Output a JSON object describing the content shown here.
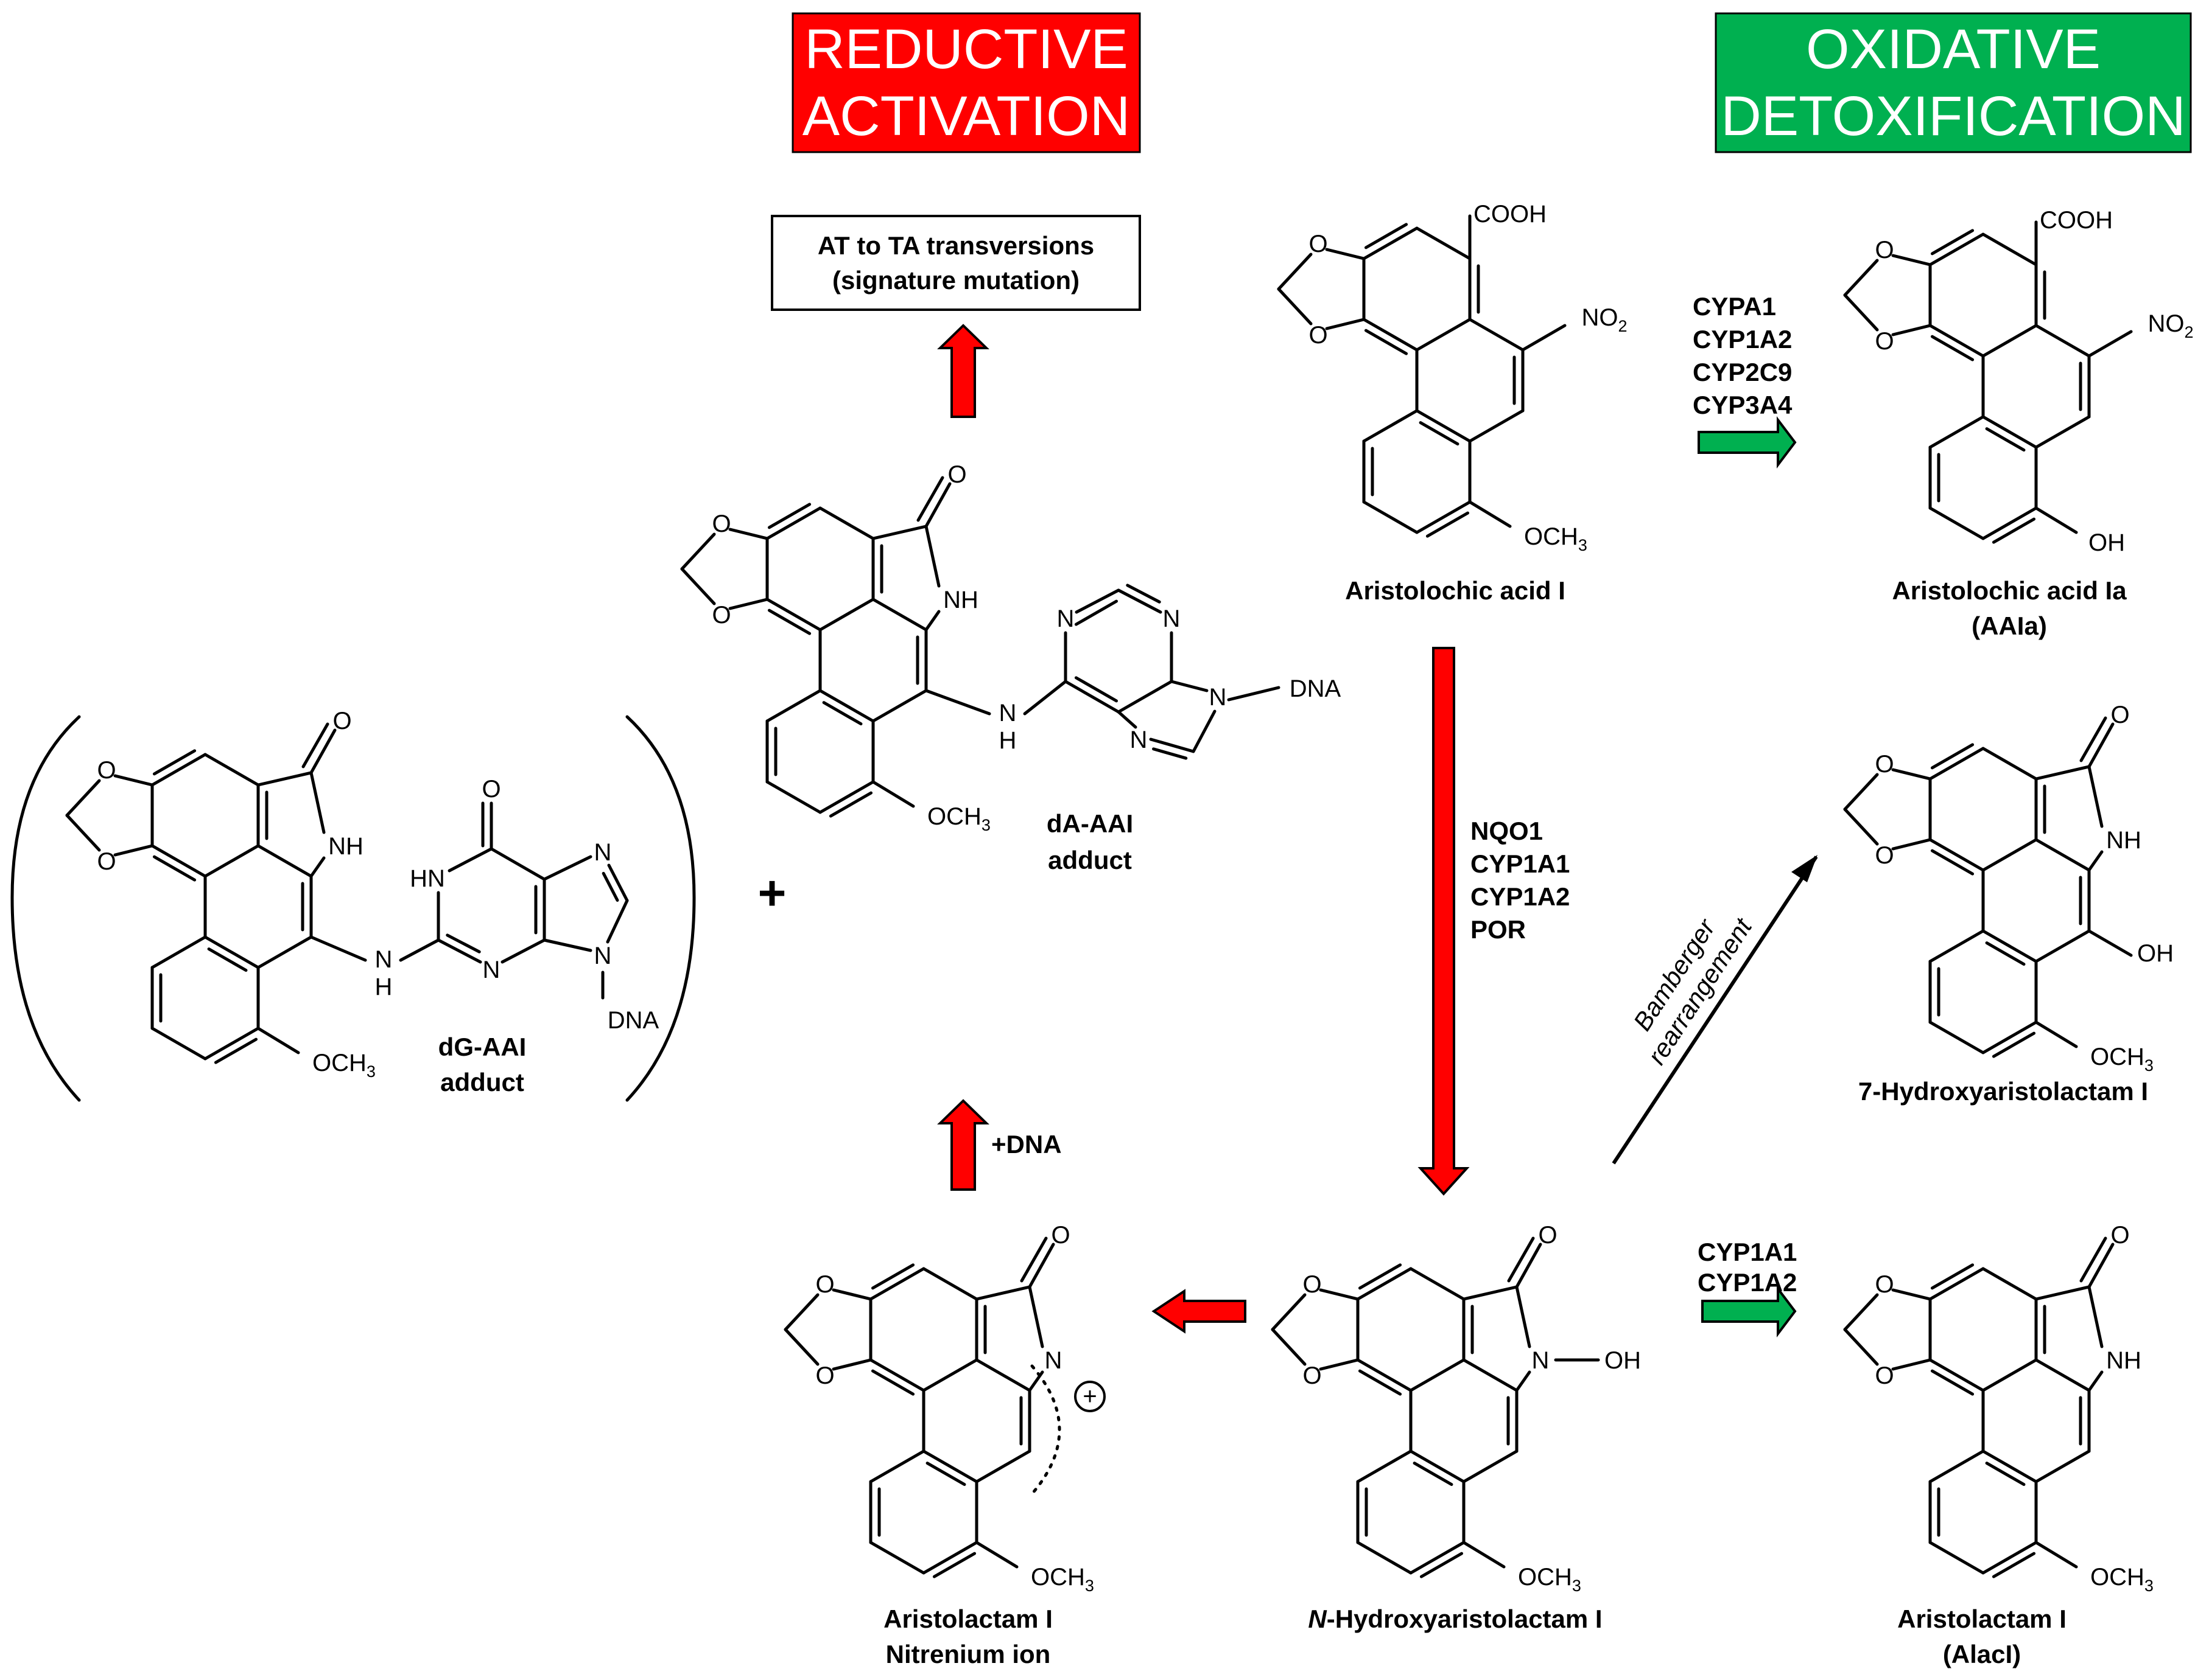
{
  "banners": {
    "reductive": {
      "line1": "REDUCTIVE",
      "line2": "ACTIVATION",
      "color": "#ff0000"
    },
    "oxidative": {
      "line1": "OXIDATIVE",
      "line2": "DETOXIFICATION",
      "color": "#00b050"
    }
  },
  "mutation_box": {
    "line1": "AT to TA transversions",
    "line2": "(signature mutation)"
  },
  "compounds": {
    "aai": {
      "name": "Aristolochic acid I"
    },
    "aaia": {
      "name": "Aristolochic acid Ia",
      "abbr": "(AAIa)"
    },
    "hydroxyaristolactam": {
      "name": "7-Hydroxyaristolactam I"
    },
    "aristolactam": {
      "name": "Aristolactam I",
      "abbr": "(AlacI)"
    },
    "n_hydroxy": {
      "prefix": "N",
      "name": "-Hydroxyaristolactam I"
    },
    "nitrenium": {
      "line1": "Aristolactam I",
      "line2": "Nitrenium ion"
    },
    "da_adduct": {
      "line1": "dA-AAI",
      "line2": "adduct"
    },
    "dg_adduct": {
      "line1": "dG-AAI",
      "line2": "adduct"
    }
  },
  "enzymes": {
    "oxidation_aai": [
      "CYPA1",
      "CYP1A2",
      "CYP2C9",
      "CYP3A4"
    ],
    "reduction": [
      "NQO1",
      "CYP1A1",
      "CYP1A2",
      "POR"
    ],
    "oxidation_lactam": [
      "CYP1A1",
      "CYP1A2"
    ]
  },
  "arrow_labels": {
    "bamberger_line1": "Bamberger",
    "bamberger_line2": "rearrangement",
    "dna": "+DNA"
  },
  "plus_sign": "+",
  "atoms": {
    "O": "O",
    "N": "N",
    "H": "H",
    "NH": "NH",
    "HN": "HN",
    "OH": "OH",
    "COOH": "COOH",
    "NO": "NO",
    "NO_sub": "2",
    "OCH": "OCH",
    "OCH_sub": "3",
    "DNA": "DNA",
    "N_OH": "N—OH",
    "plus_charge": "+"
  },
  "colors": {
    "red_arrow": "#ff0000",
    "green_arrow": "#00b050"
  }
}
